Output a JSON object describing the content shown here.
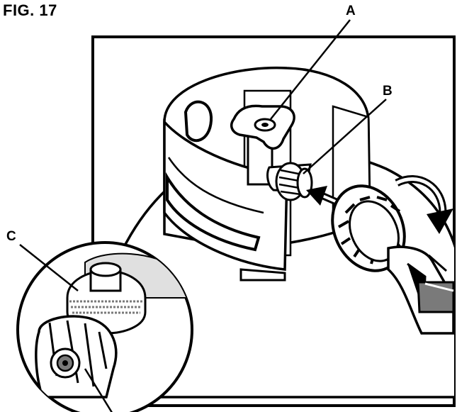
{
  "figure": {
    "title": "FIG. 17",
    "callouts": {
      "a": "A",
      "b": "B",
      "c": "C"
    }
  },
  "colors": {
    "ink": "#000000",
    "paper": "#ffffff",
    "shade": "#c8c8c8",
    "dark_shade": "#7a7a7a"
  },
  "icons": {
    "push_arrow": "arrow-right-icon",
    "rotate_arrow": "rotate-clockwise-icon"
  }
}
